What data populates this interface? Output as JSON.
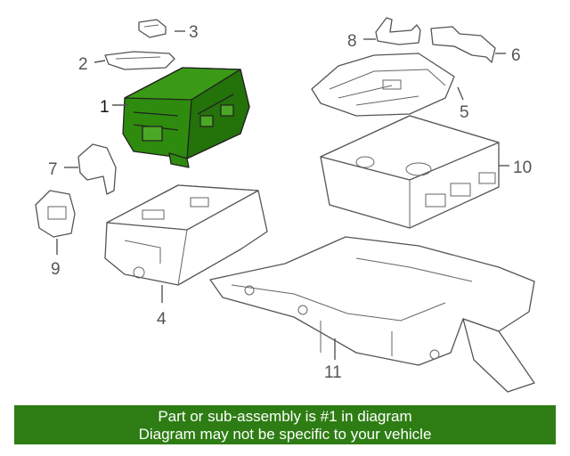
{
  "diagram": {
    "highlight_color": "#2e8b0e",
    "callouts": [
      "1",
      "2",
      "3",
      "4",
      "5",
      "6",
      "7",
      "8",
      "9",
      "10",
      "11"
    ]
  },
  "banner": {
    "line1": "Part or sub-assembly is #1 in diagram",
    "line2": "Diagram may not be specific to your vehicle",
    "background": "#2e7d14"
  }
}
